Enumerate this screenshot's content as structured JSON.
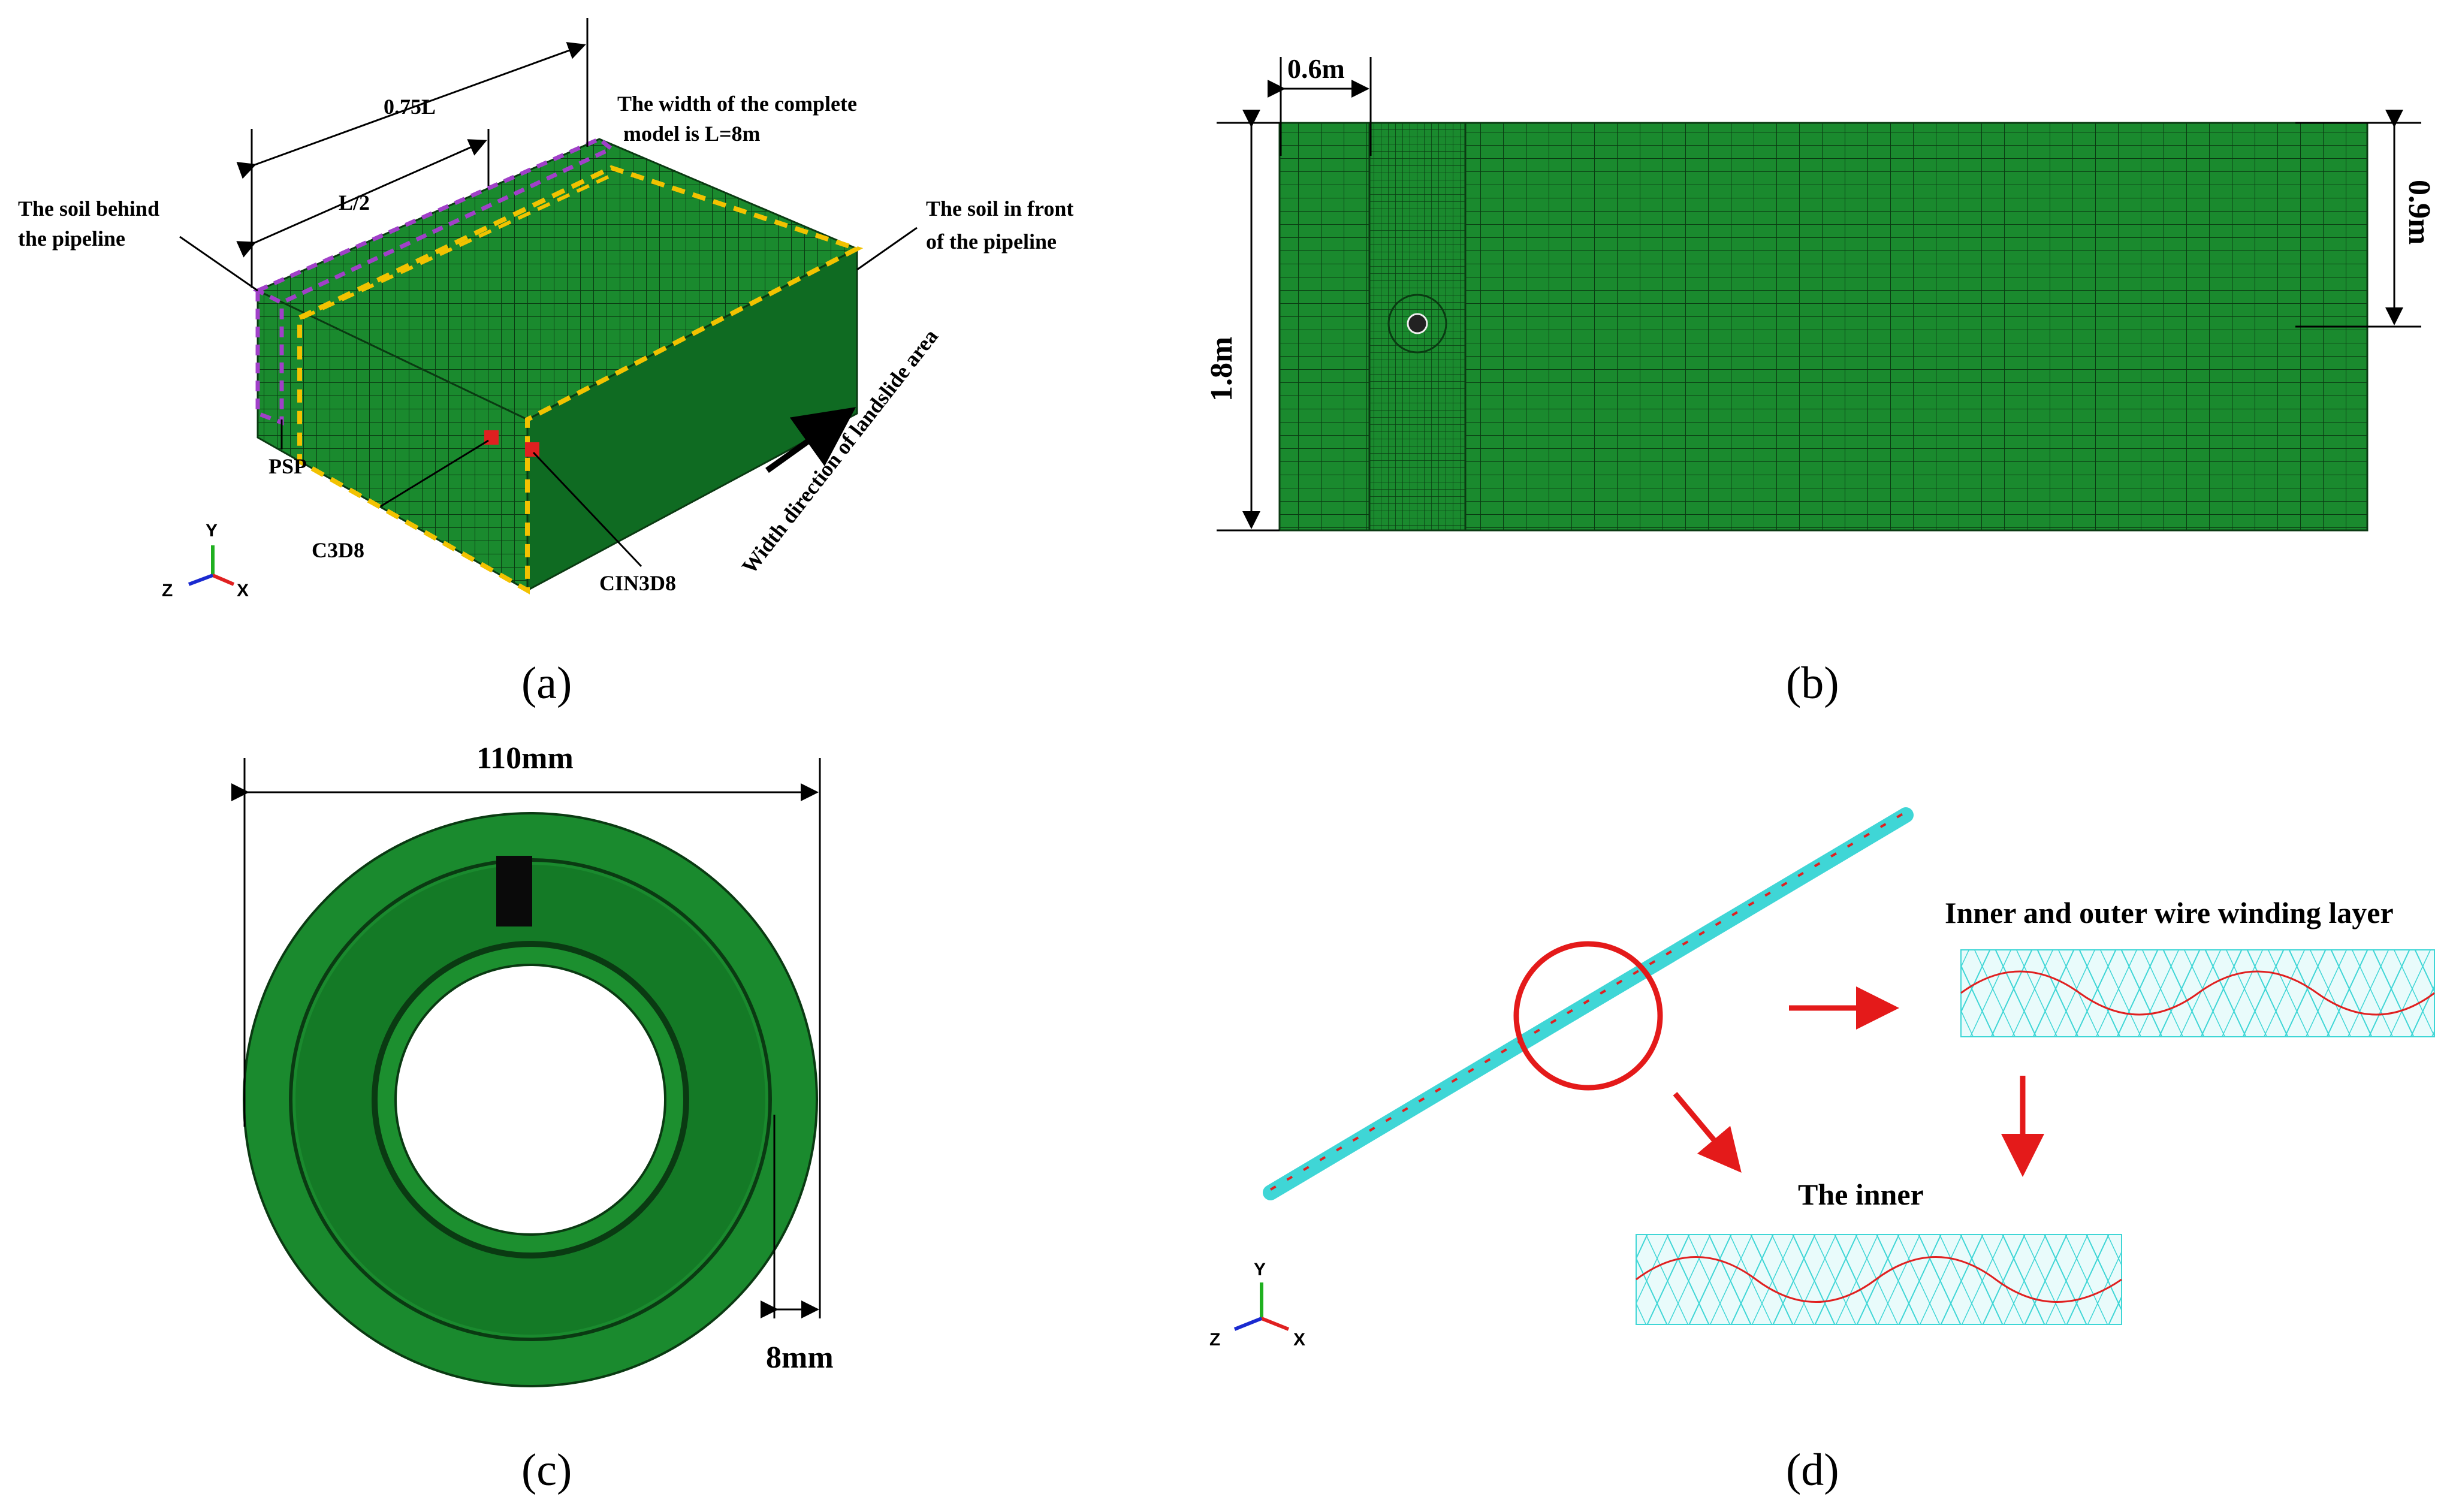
{
  "panels": {
    "a": {
      "caption": "(a)",
      "dim_075L": "0.75L",
      "dim_L2": "L/2",
      "width_note_line1": "The width of the complete",
      "width_note_line2": "model is L=8m",
      "soil_behind_line1": "The soil behind",
      "soil_behind_line2": "the pipeline",
      "soil_front_line1": "The soil in front",
      "soil_front_line2": "of the pipeline",
      "psp": "PSP",
      "c3d8": "C3D8",
      "cin3d8": "CIN3D8",
      "landslide": "Width direction of landslide area",
      "axis": {
        "y": "Y",
        "z": "Z",
        "x": "X"
      }
    },
    "b": {
      "caption": "(b)",
      "dim_06m": "0.6m",
      "dim_18m": "1.8m",
      "dim_09m": "0.9m"
    },
    "c": {
      "caption": "(c)",
      "dim_110mm": "110mm",
      "dim_8mm": "8mm"
    },
    "d": {
      "caption": "(d)",
      "layer_title": "Inner and outer wire winding layer",
      "inner_title": "The inner",
      "axis": {
        "y": "Y",
        "z": "Z",
        "x": "X"
      }
    }
  },
  "colors": {
    "mesh_green": "#1a8a2e",
    "mesh_dark": "#0f6b22",
    "mesh_line": "#0a3a12",
    "dashed_yellow": "#f2c200",
    "dashed_purple": "#a040c8",
    "pipe_cyan": "#3fd6d6",
    "wire_red": "#e02020",
    "arrow_red": "#e41a1a"
  }
}
